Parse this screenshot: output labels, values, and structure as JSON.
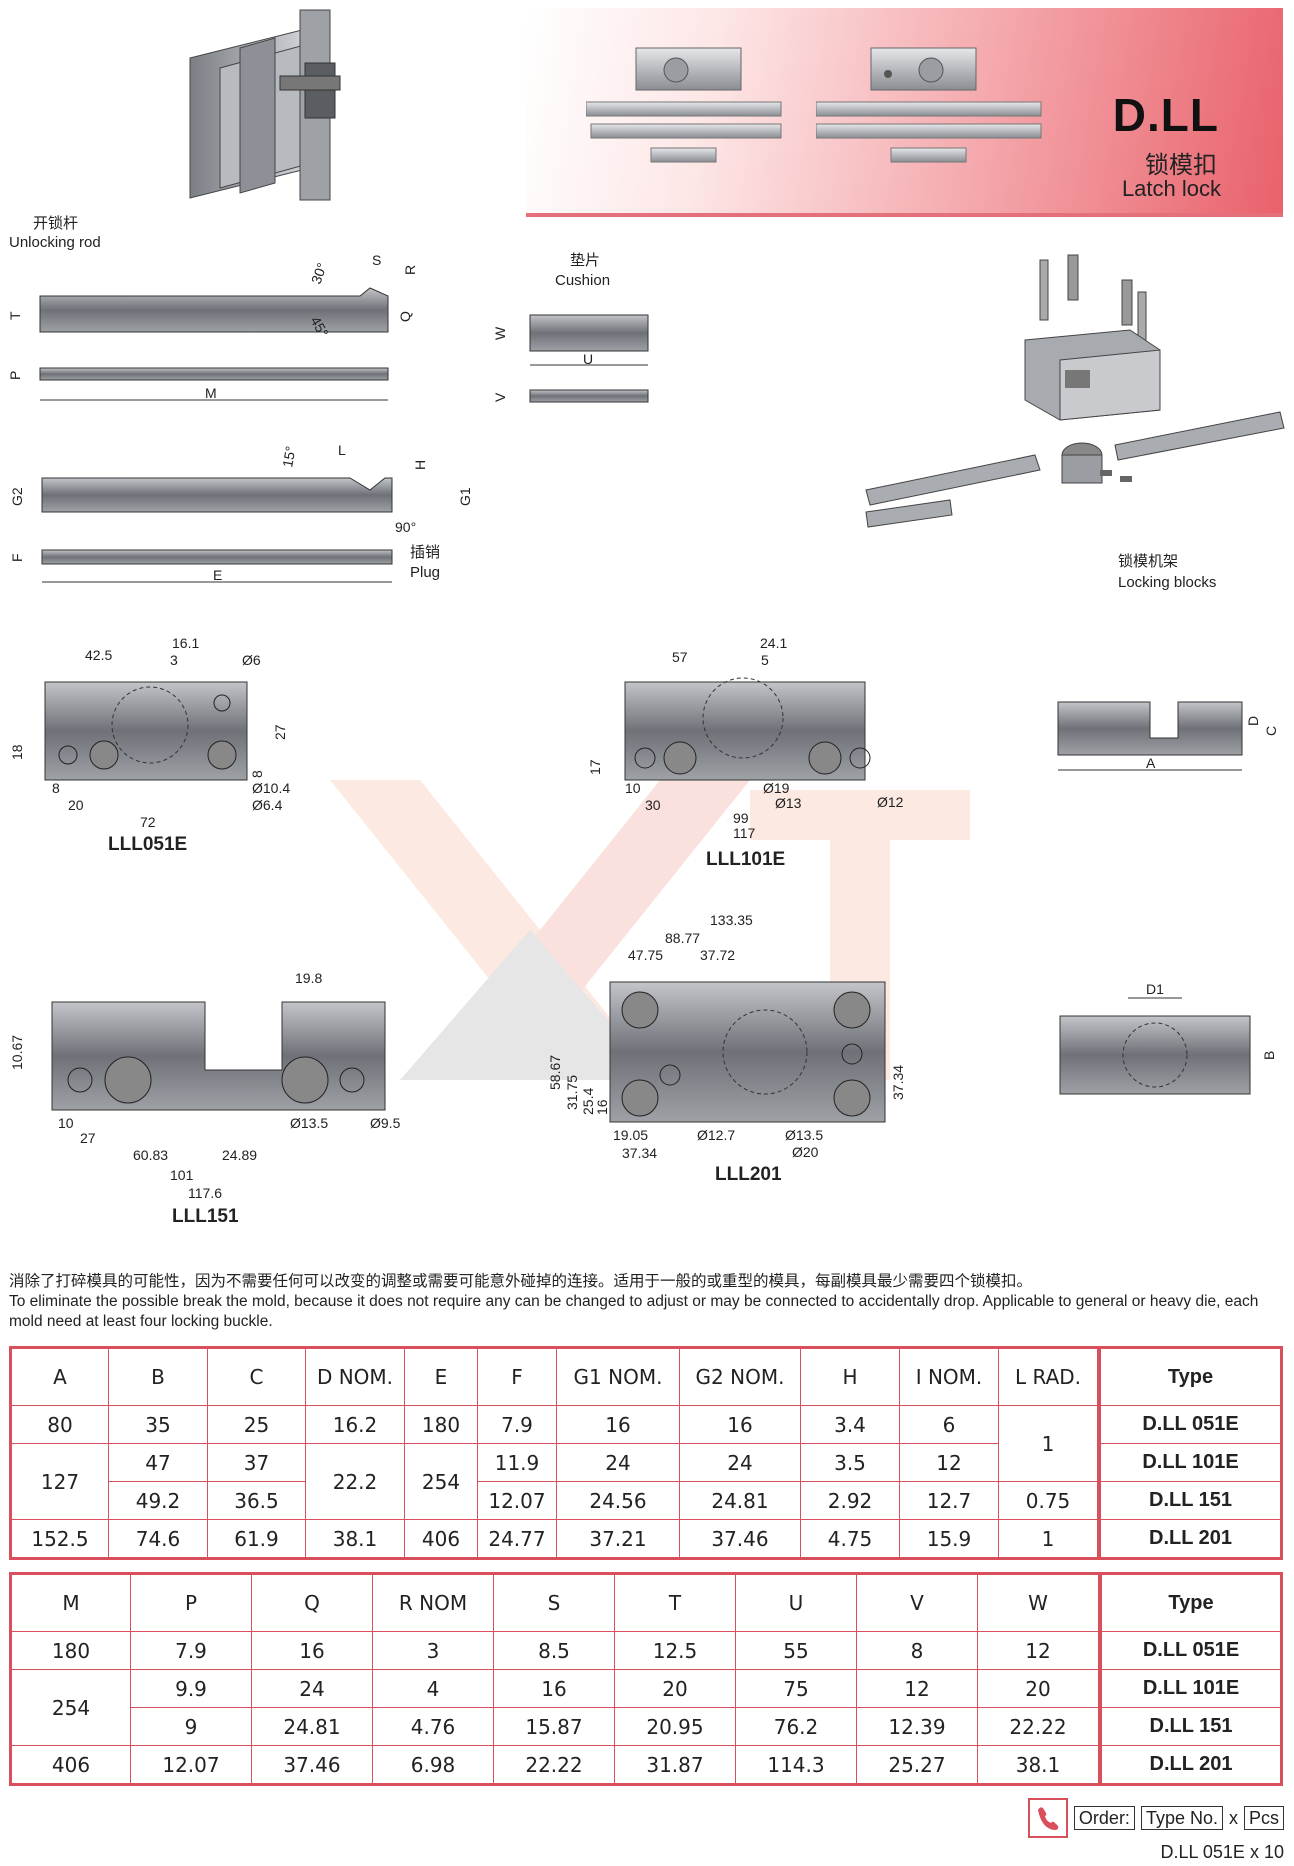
{
  "header": {
    "code": "D.LL",
    "name_cn": "锁模扣",
    "name_en": "Latch lock"
  },
  "labels": {
    "unlocking_rod_cn": "开锁杆",
    "unlocking_rod_en": "Unlocking rod",
    "cushion_cn": "垫片",
    "cushion_en": "Cushion",
    "plug_cn": "插销",
    "plug_en": "Plug",
    "locking_blocks_cn": "锁模机架",
    "locking_blocks_en": "Locking blocks"
  },
  "diagrams": {
    "rod_dims": [
      "30°",
      "S",
      "R",
      "45°",
      "T",
      "Q",
      "P",
      "M"
    ],
    "plug_dims": [
      "15°",
      "L",
      "H",
      "G2",
      "G1",
      "90°",
      "F",
      "E"
    ],
    "cushion_dims": [
      "W",
      "U",
      "V"
    ],
    "block_dims": [
      "D",
      "C",
      "A",
      "D1",
      "B"
    ],
    "lll051e": {
      "name": "LLL051E",
      "dims": [
        "42.5",
        "16.1",
        "3",
        "Ø6",
        "27",
        "18",
        "8",
        "8",
        "20",
        "72",
        "Ø10.4",
        "Ø6.4"
      ]
    },
    "lll101e": {
      "name": "LLL101E",
      "dims": [
        "57",
        "24.1",
        "5",
        "17",
        "10",
        "30",
        "Ø19",
        "Ø13",
        "Ø12",
        "99",
        "117"
      ]
    },
    "lll151": {
      "name": "LLL151",
      "dims": [
        "19.8",
        "10.67",
        "10",
        "27",
        "60.83",
        "24.89",
        "Ø13.5",
        "Ø9.5",
        "101",
        "117.6"
      ]
    },
    "lll201": {
      "name": "LLL201",
      "dims": [
        "133.35",
        "88.77",
        "47.75",
        "37.72",
        "58.67",
        "31.75",
        "25.4",
        "16",
        "37.34",
        "19.05",
        "37.34",
        "Ø12.7",
        "Ø13.5",
        "Ø20"
      ]
    }
  },
  "description": {
    "cn": "消除了打碎模具的可能性，因为不需要任何可以改变的调整或需要可能意外碰掉的连接。适用于一般的或重型的模具，每副模具最少需要四个锁模扣。",
    "en": "To eliminate the possible break the mold, because it does not require any can be changed  to adjust or may be connected to accidentally drop. Applicable to general or heavy die, each mold need at least four locking buckle."
  },
  "table1": {
    "headers": [
      "A",
      "B",
      "C",
      "D NOM.",
      "E",
      "F",
      "G1 NOM.",
      "G2 NOM.",
      "H",
      "I NOM.",
      "L RAD.",
      "Type"
    ],
    "rows": [
      [
        "80",
        "35",
        "25",
        "16.2",
        "180",
        "7.9",
        "16",
        "16",
        "3.4",
        "6",
        "1",
        "D.LL 051E"
      ],
      [
        "127",
        "47",
        "37",
        "22.2",
        "254",
        "11.9",
        "24",
        "24",
        "3.5",
        "12",
        "1",
        "D.LL 101E"
      ],
      [
        "127",
        "49.2",
        "36.5",
        "22.2",
        "254",
        "12.07",
        "24.56",
        "24.81",
        "2.92",
        "12.7",
        "0.75",
        "D.LL 151"
      ],
      [
        "152.5",
        "74.6",
        "61.9",
        "38.1",
        "406",
        "24.77",
        "37.21",
        "37.46",
        "4.75",
        "15.9",
        "1",
        "D.LL 201"
      ]
    ]
  },
  "table2": {
    "headers": [
      "M",
      "P",
      "Q",
      "R NOM",
      "S",
      "T",
      "U",
      "V",
      "W",
      "Type"
    ],
    "rows": [
      [
        "180",
        "7.9",
        "16",
        "3",
        "8.5",
        "12.5",
        "55",
        "8",
        "12",
        "D.LL 051E"
      ],
      [
        "254",
        "9.9",
        "24",
        "4",
        "16",
        "20",
        "75",
        "12",
        "20",
        "D.LL 101E"
      ],
      [
        "254",
        "9",
        "24.81",
        "4.76",
        "15.87",
        "20.95",
        "76.2",
        "12.39",
        "22.22",
        "D.LL 151"
      ],
      [
        "406",
        "12.07",
        "37.46",
        "6.98",
        "22.22",
        "31.87",
        "114.3",
        "25.27",
        "38.1",
        "D.LL 201"
      ]
    ]
  },
  "order": {
    "label": "Order:",
    "type_no": "Type No.",
    "x": "x",
    "pcs": "Pcs",
    "example_type": "D.LL 051E",
    "example_x": "x",
    "example_qty": "10"
  },
  "colors": {
    "accent": "#d9505c",
    "steel_dark": "#6b6e74",
    "steel_light": "#c9cbd0"
  }
}
